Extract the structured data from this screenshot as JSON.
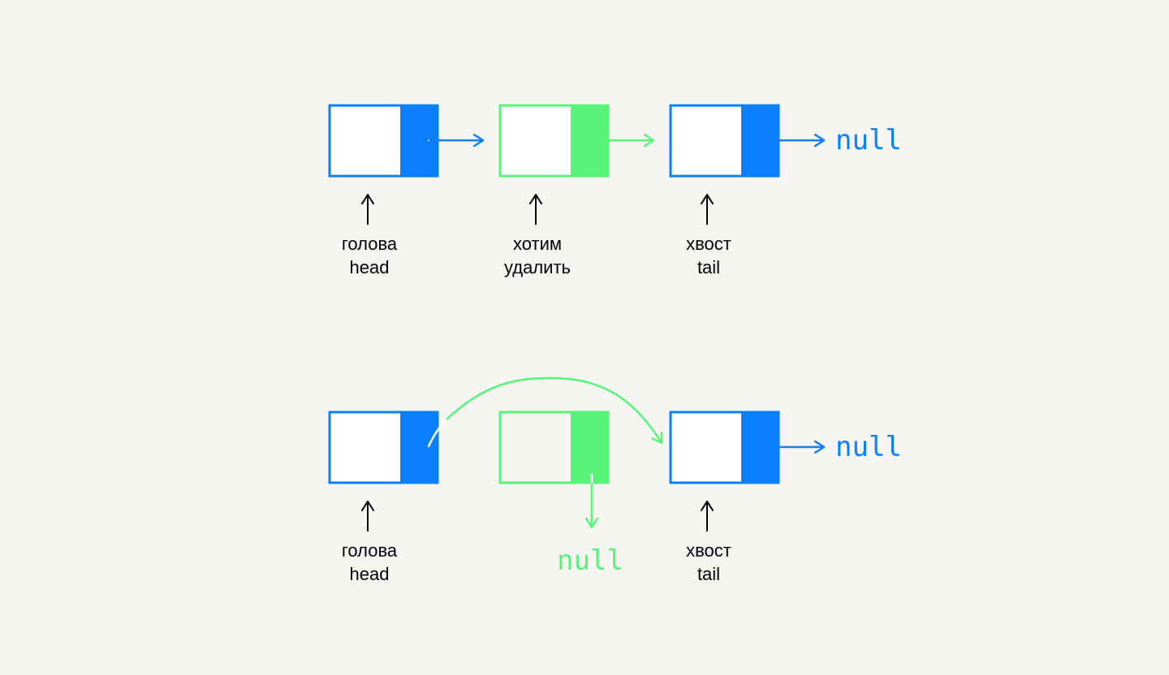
{
  "colors": {
    "background": "#F6F5F1",
    "blue": "#0A80FF",
    "green": "#58F47A",
    "text": "#000000",
    "white": "#FFFFFF"
  },
  "top": {
    "head_label": {
      "line1": "голова",
      "line2": "head"
    },
    "middle_label": {
      "line1": "хотим",
      "line2": "удалить"
    },
    "tail_label": {
      "line1": "хвост",
      "line2": "tail"
    },
    "null_text": "null"
  },
  "bottom": {
    "head_label": {
      "line1": "голова",
      "line2": "head"
    },
    "tail_label": {
      "line1": "хвост",
      "line2": "tail"
    },
    "null_text": "null",
    "removed_null_text": "null"
  }
}
